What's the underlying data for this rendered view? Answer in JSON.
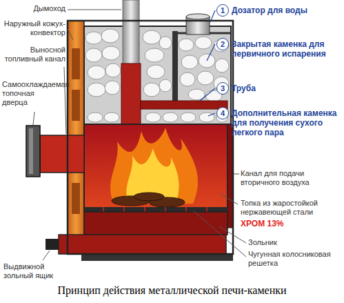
{
  "diagram": {
    "caption": "Принцип действия металлической печи-каменки",
    "nodes": [
      {
        "text": [
          "1"
        ]
      },
      {
        "text": [
          "2"
        ]
      },
      {
        "text": [
          "3"
        ]
      },
      {
        "text": [
          "4"
        ]
      }
    ],
    "labels": [
      "Дымоход",
      "Наружный кожух-конвектор",
      "Выносной топливный канал",
      "Самоохлаждаемая топочная дверца",
      "Выдвижной зольный ящик",
      "Дозатор для воды",
      "Закрытая каменка для первичного испарения",
      "Труба",
      "Дополнительная каменка для получения сухого легкого пара",
      "Канал для подачи вторичного воздуха",
      "Топка из жаростойкой нержавеющей стали",
      "ХРОМ 13%",
      "Зольник",
      "Чугунная колосниковая решетка"
    ]
  }
}
